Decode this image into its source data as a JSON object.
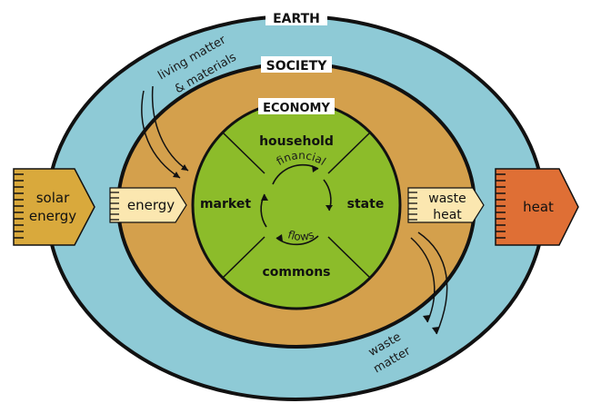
{
  "layers": {
    "earth": "EARTH",
    "society": "SOCIETY",
    "economy": "ECONOMY"
  },
  "sectors": {
    "household": "household",
    "market": "market",
    "state": "state",
    "commons": "commons"
  },
  "financial_flows": {
    "top": "financial",
    "bottom": "flows"
  },
  "inputs": {
    "materials_line1": "living matter",
    "materials_line2": "& materials",
    "solar_line1": "solar",
    "solar_line2": "energy",
    "energy": "energy"
  },
  "outputs": {
    "waste_heat_line1": "waste",
    "waste_heat_line2": "heat",
    "heat": "heat",
    "waste_matter_line1": "waste",
    "waste_matter_line2": "matter"
  },
  "colors": {
    "earth": "#8ecad6",
    "society": "#d4a04c",
    "economy": "#8cbc2a",
    "solar": "#d9a93c",
    "arrow_light": "#fbe7b0",
    "heat": "#df6f35",
    "outline": "#111111"
  }
}
